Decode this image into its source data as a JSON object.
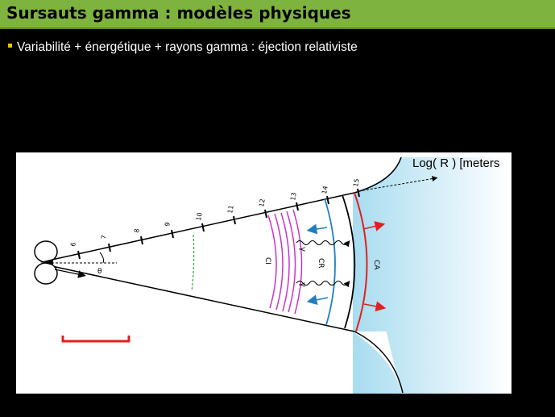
{
  "slide": {
    "title": "Sursauts gamma : modèles physiques",
    "bullet": "Variabilité + énergétique + rayons gamma : éjection relativiste"
  },
  "figure": {
    "axis_label": "Log( R ) [meters",
    "ticks": [
      "6",
      "7",
      "8",
      "9",
      "10",
      "11",
      "12",
      "13",
      "14",
      "15"
    ],
    "angle_label": "θ",
    "gamma_symbol": "γ",
    "region_labels": {
      "ci": "CI",
      "cr": "CR",
      "ca": "CA"
    },
    "colors": {
      "title_bar": "#7fb33f",
      "ci_shells": "#cc33cc",
      "cr_shell": "#1f7fc0",
      "ca_front": "#e02020",
      "scale_bar": "#e02020",
      "shell_10": "#33aa33",
      "ca_region": "#bfe6f5"
    }
  }
}
